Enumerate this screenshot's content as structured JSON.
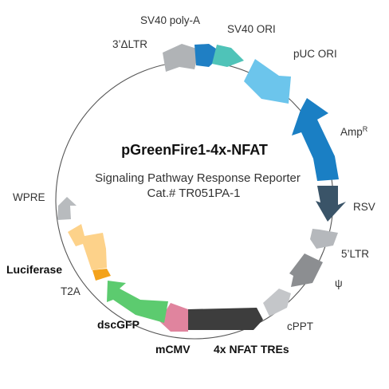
{
  "plasmid": {
    "name": "pGreenFire1-4x-NFAT",
    "subtitle": "Signaling Pathway Response Reporter",
    "catalog": "Cat.# TR051PA-1"
  },
  "features": [
    {
      "id": "sv40-polya",
      "label": "SV40 poly-A",
      "color": "#1f7fc4"
    },
    {
      "id": "sv40-ori",
      "label": "SV40 ORI",
      "color": "#4fc3b8"
    },
    {
      "id": "puc-ori",
      "label": "pUC ORI",
      "color": "#6cc5ec"
    },
    {
      "id": "ampr",
      "label": "Amp",
      "label_sup": "R",
      "color": "#1a7fc4"
    },
    {
      "id": "rsv",
      "label": "RSV",
      "color": "#3a5468"
    },
    {
      "id": "5ltr",
      "label": "5’LTR",
      "color": "#b5b8bc"
    },
    {
      "id": "psi",
      "label": "ψ",
      "color": "#8c8e91"
    },
    {
      "id": "cppt",
      "label": "cPPT",
      "color": "#c4c6c9"
    },
    {
      "id": "nfat-tres",
      "label": "4x NFAT TREs",
      "color": "#3d3d3d"
    },
    {
      "id": "mcmv",
      "label": "mCMV",
      "color": "#e0849e"
    },
    {
      "id": "dscgfp",
      "label": "dscGFP",
      "color": "#5ccb6f"
    },
    {
      "id": "t2a",
      "label": "T2A",
      "color": "#f4a21b"
    },
    {
      "id": "luciferase",
      "label": "Luciferase",
      "color": "#fdd28a"
    },
    {
      "id": "wpre",
      "label": "WPRE",
      "color": "#b8bbbe"
    },
    {
      "id": "3ltr",
      "label": "3’ΔLTR",
      "color": "#b0b3b6"
    }
  ]
}
